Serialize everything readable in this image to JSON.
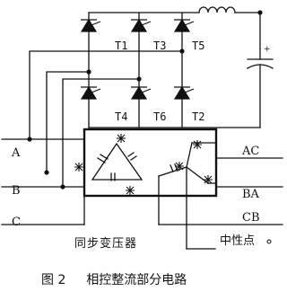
{
  "thyristors": {
    "top": [
      "T1",
      "T3",
      "T5"
    ],
    "bottom": [
      "T4",
      "T6",
      "T2"
    ]
  },
  "capacitor_polarity": "+",
  "inputs": [
    "A",
    "B",
    "C"
  ],
  "outputs": [
    "AC",
    "BA",
    "CB"
  ],
  "neutral_label": "中性点",
  "transformer_label": "同步变压器",
  "caption": {
    "number": "图 2",
    "title": "相控整流部分电路"
  }
}
